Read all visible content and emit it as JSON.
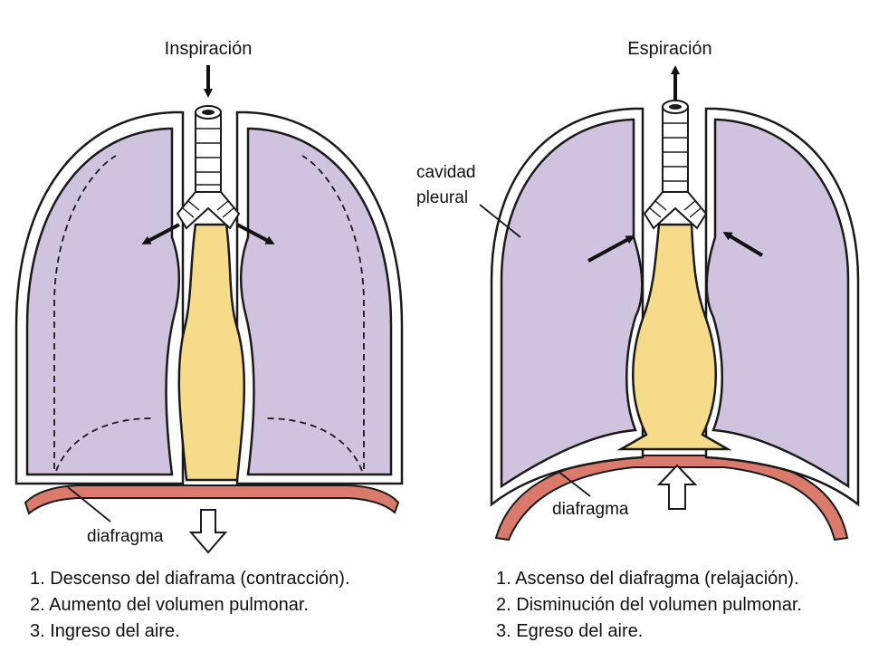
{
  "colors": {
    "lung": "#cfc3df",
    "pleura_fill": "#ffffff",
    "outline": "#1a1a1a",
    "mediastinum": "#f6dc8a",
    "diaphragm": "#d97a6c",
    "arrow": "#111111"
  },
  "inspiration": {
    "title": "Inspiración",
    "diaphragm_label": "diafragma",
    "steps": [
      "1. Descenso del diaframa (contracción).",
      "2. Aumento del volumen pulmonar.",
      "3. Ingreso del aire."
    ]
  },
  "expiration": {
    "title": "Espiración",
    "pleural_label_line1": "cavidad",
    "pleural_label_line2": "pleural",
    "diaphragm_label": "diafragma",
    "steps": [
      "1. Ascenso del diafragma (relajación).",
      "2. Disminución del volumen pulmonar.",
      "3. Egreso del aire."
    ]
  }
}
